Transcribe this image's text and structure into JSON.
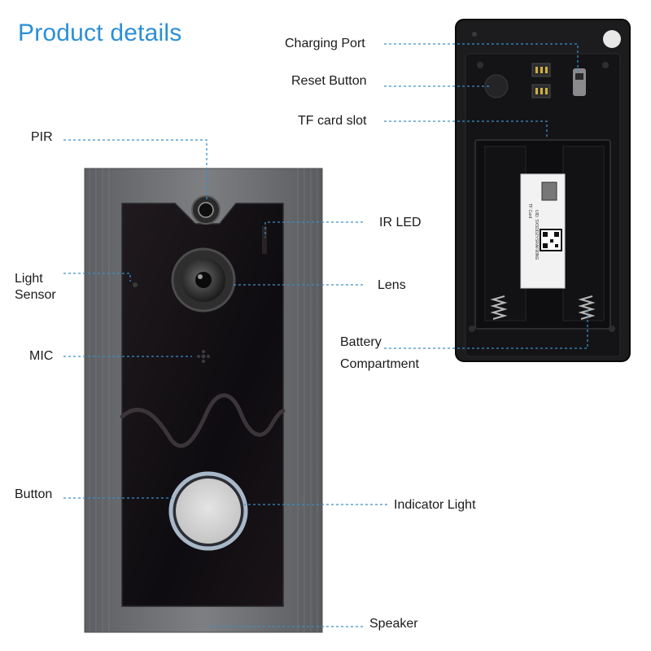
{
  "title": "Product details",
  "labels": {
    "charging_port": "Charging Port",
    "reset_button": "Reset Button",
    "tf_card_slot": "TF card slot",
    "pir": "PIR",
    "ir_led": "IR LED",
    "light_sensor": [
      "Light",
      "Sensor"
    ],
    "lens": "Lens",
    "battery_compartment": [
      "Battery",
      "Compartment"
    ],
    "mic": "MIC",
    "button": "Button",
    "indicator_light": "Indicator Light",
    "speaker": "Speaker"
  },
  "card_text": {
    "brand": "TF Card",
    "uid": "UID: SXSDDZYSRAF90NG"
  },
  "colors": {
    "title": "#2b8fd6",
    "leader": "#3a8fc8",
    "front_frame": "#6f7174",
    "front_panel": "#141216",
    "back_case": "#1c1c1e",
    "ring": "#a8b8c8"
  }
}
